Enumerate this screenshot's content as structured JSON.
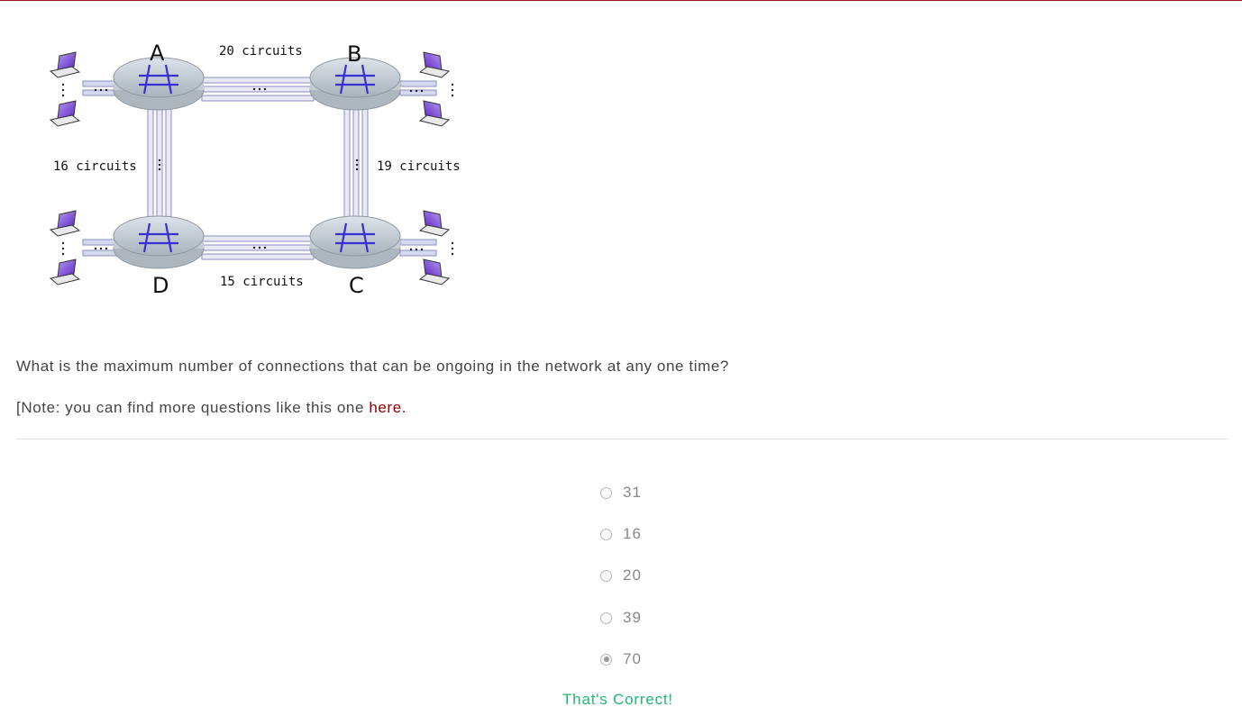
{
  "diagram": {
    "nodes": {
      "a": "A",
      "b": "B",
      "c": "C",
      "d": "D"
    },
    "links": {
      "ab": "20 circuits",
      "ad": "16 circuits",
      "bc": "19 circuits",
      "dc": "15 circuits"
    }
  },
  "question": {
    "text": "What is the maximum number of connections that can be ongoing in the network at any one time?",
    "note_prefix": "[Note: you can find more questions like this one ",
    "note_link": "here."
  },
  "options": [
    {
      "label": "31",
      "selected": false
    },
    {
      "label": "16",
      "selected": false
    },
    {
      "label": "20",
      "selected": false
    },
    {
      "label": "39",
      "selected": false
    },
    {
      "label": "70",
      "selected": true
    }
  ],
  "feedback": "That's Correct!",
  "colors": {
    "accent": "#8b0000",
    "correct": "#22b873",
    "switch_arrows": "#3a2fd0",
    "laptop_screen": "#7a3fd6"
  }
}
